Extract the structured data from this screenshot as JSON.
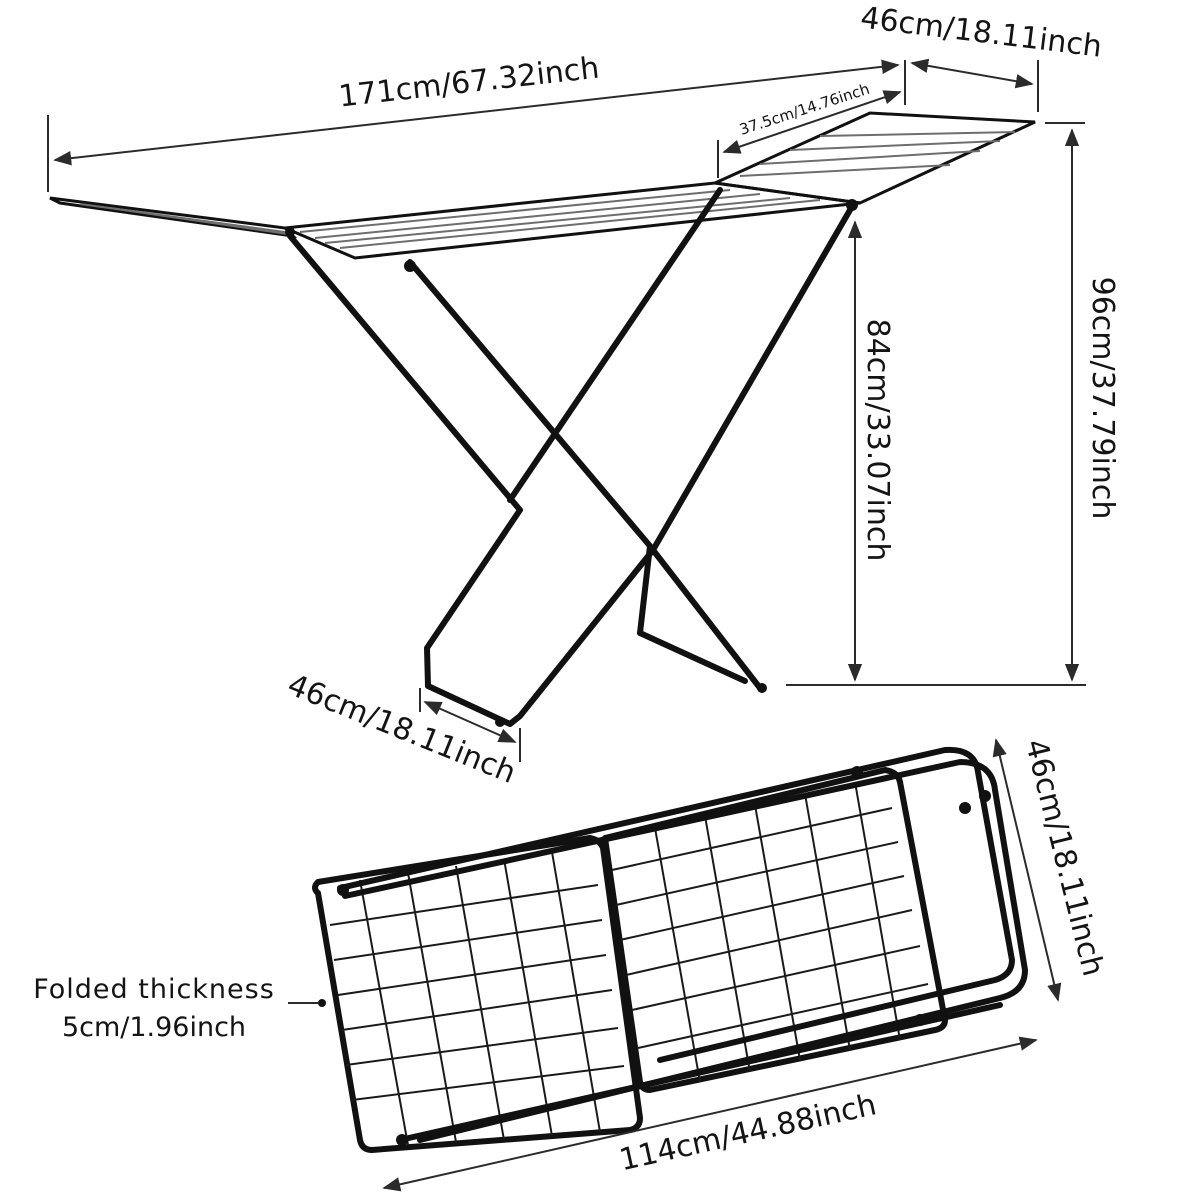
{
  "dimensions": {
    "overall_length": "171cm/67.32inch",
    "wing_width": "46cm/18.11inch",
    "inner_width": "37.5cm/14.76inch",
    "rail_height": "84cm/33.07inch",
    "total_height": "96cm/37.79inch",
    "base_width": "46cm/18.11inch",
    "folded_width": "46cm/18.11inch",
    "folded_length": "114cm/44.88inch"
  },
  "folded_thickness": {
    "line1": "Folded thickness",
    "line2": "5cm/1.96inch"
  },
  "colors": {
    "frame": "#111111",
    "rail": "#6e6e6e",
    "dimension_line": "#2b2b2b"
  }
}
